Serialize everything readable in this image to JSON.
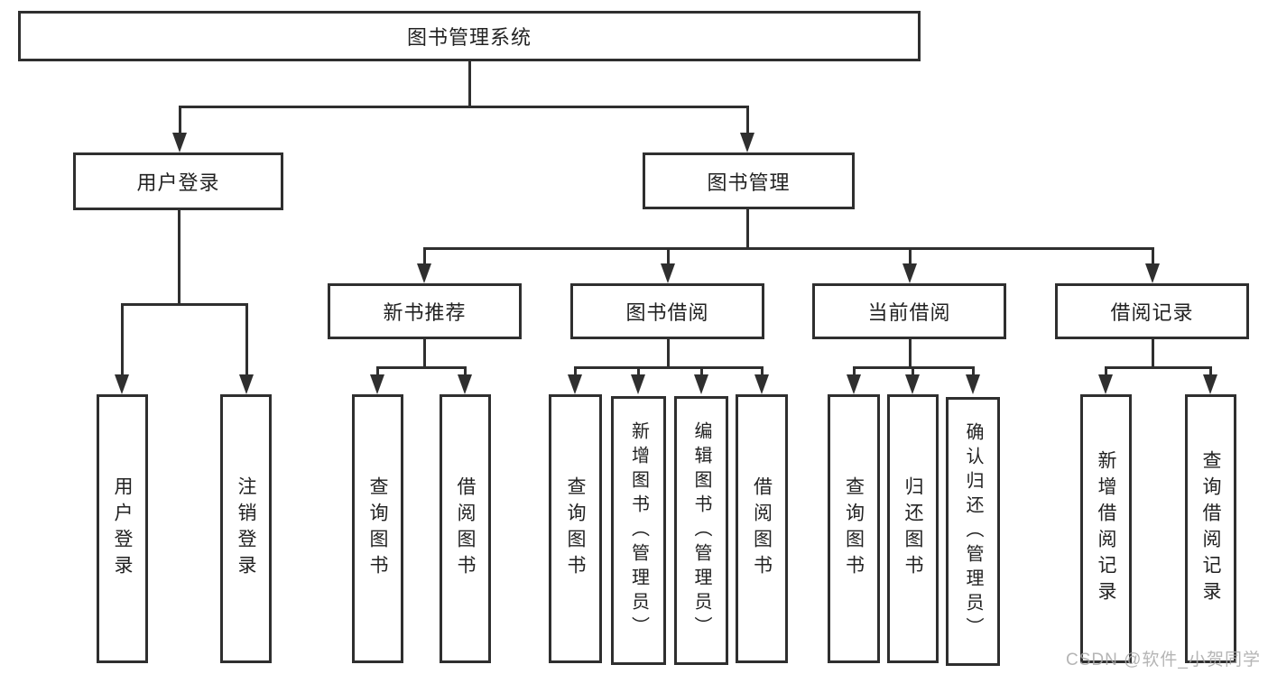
{
  "diagram": {
    "watermark": "CSDN @软件_小贺同学",
    "colors": {
      "box_border": "#2f2f2f",
      "connector_line": "#2f2f2f",
      "text": "#222222",
      "background": "#ffffff",
      "watermark_text": "#a8a8a8"
    },
    "tree": {
      "root": {
        "label": "图书管理系统"
      },
      "branches": [
        {
          "label": "用户登录",
          "children": [
            {
              "label": "用户登录"
            },
            {
              "label": "注销登录"
            }
          ]
        },
        {
          "label": "图书管理",
          "children": [
            {
              "label": "新书推荐",
              "children": [
                {
                  "label": "查询图书"
                },
                {
                  "label": "借阅图书"
                }
              ]
            },
            {
              "label": "图书借阅",
              "children": [
                {
                  "label": "查询图书"
                },
                {
                  "label": "新增图书（管理员）"
                },
                {
                  "label": "编辑图书（管理员）"
                },
                {
                  "label": "借阅图书"
                }
              ]
            },
            {
              "label": "当前借阅",
              "children": [
                {
                  "label": "查询图书"
                },
                {
                  "label": "归还图书"
                },
                {
                  "label": "确认归还（管理员）"
                }
              ]
            },
            {
              "label": "借阅记录",
              "children": [
                {
                  "label": "新增借阅记录"
                },
                {
                  "label": "查询借阅记录"
                }
              ]
            }
          ]
        }
      ]
    }
  }
}
